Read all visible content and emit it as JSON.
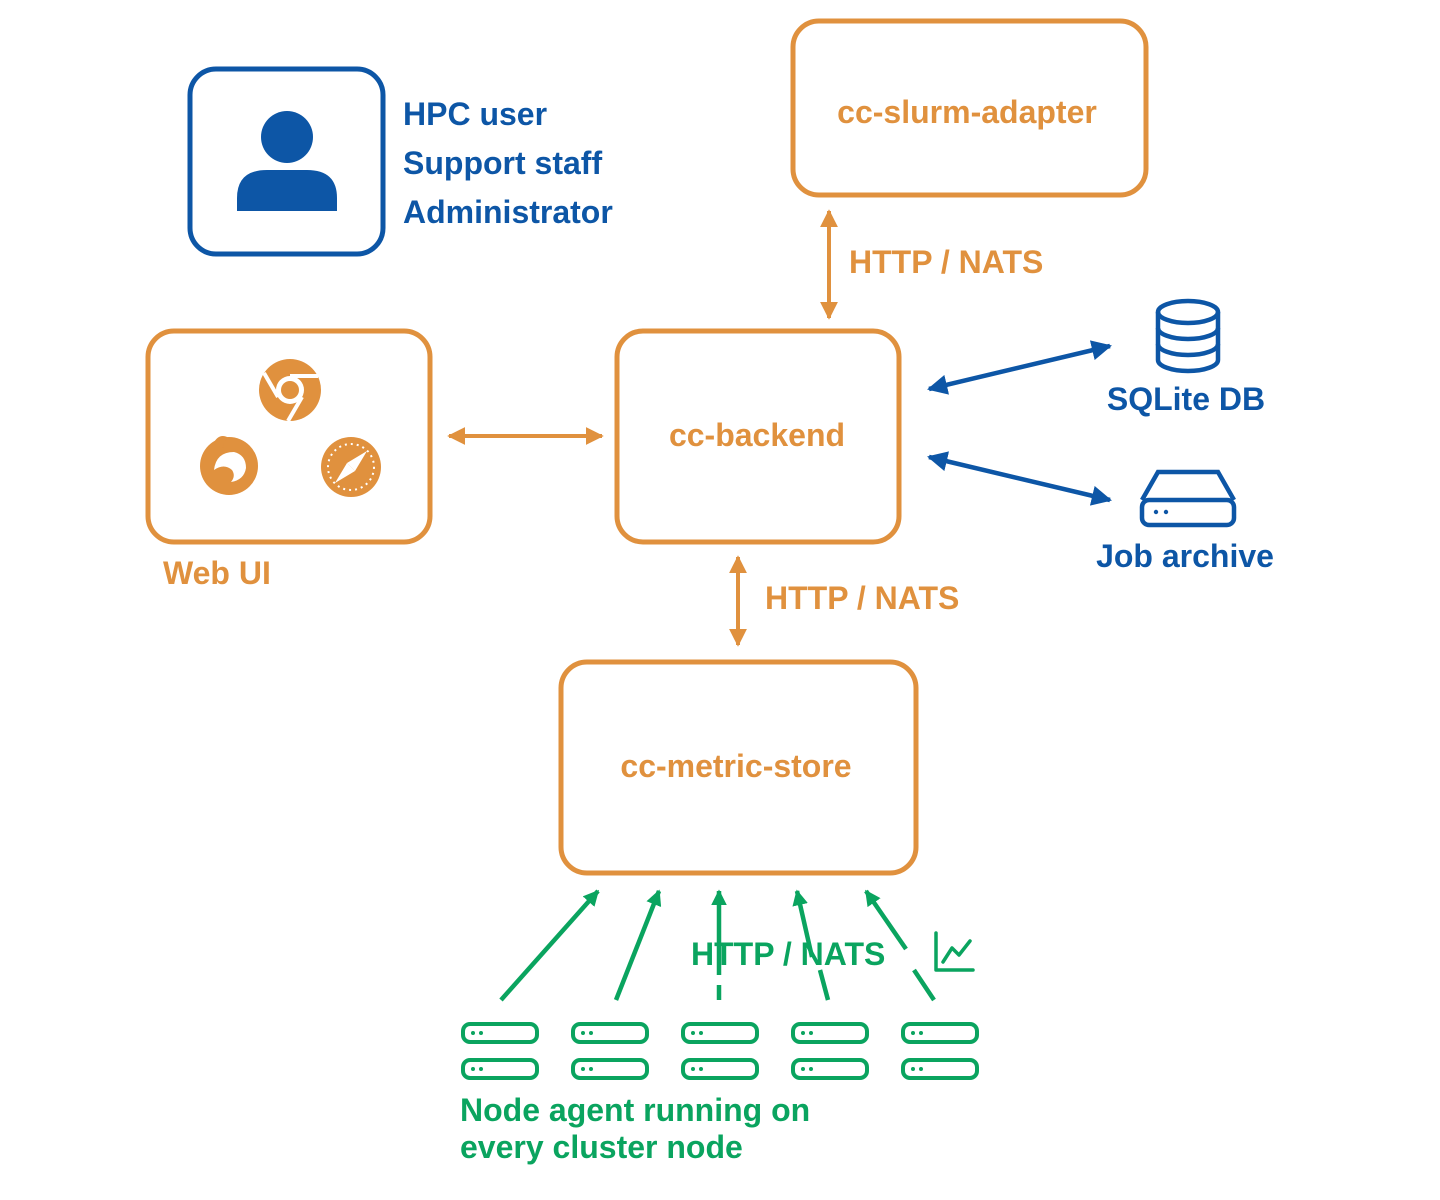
{
  "colors": {
    "orange": "#e0913e",
    "blue": "#0d56a6",
    "green": "#0aa45f"
  },
  "users": {
    "icon": "user-icon",
    "roles": [
      "HPC user",
      "Support staff",
      "Administrator"
    ]
  },
  "components": {
    "slurm_adapter": "cc-slurm-adapter",
    "backend": "cc-backend",
    "metric_store": "cc-metric-store",
    "web_ui": "Web UI"
  },
  "web_ui_icons": [
    "chrome-icon",
    "firefox-icon",
    "safari-icon"
  ],
  "storage": {
    "db": {
      "label": "SQLite DB",
      "icon": "database-icon"
    },
    "archive": {
      "label": "Job archive",
      "icon": "hard-drive-icon"
    }
  },
  "links": {
    "slurm_backend": "HTTP / NATS",
    "backend_store": "HTTP / NATS",
    "nodes_store": "HTTP / NATS"
  },
  "metrics_icon": "line-chart-icon",
  "nodes": {
    "count": 5,
    "icon": "server-icon",
    "caption": [
      "Node agent running on",
      "every cluster node"
    ]
  }
}
